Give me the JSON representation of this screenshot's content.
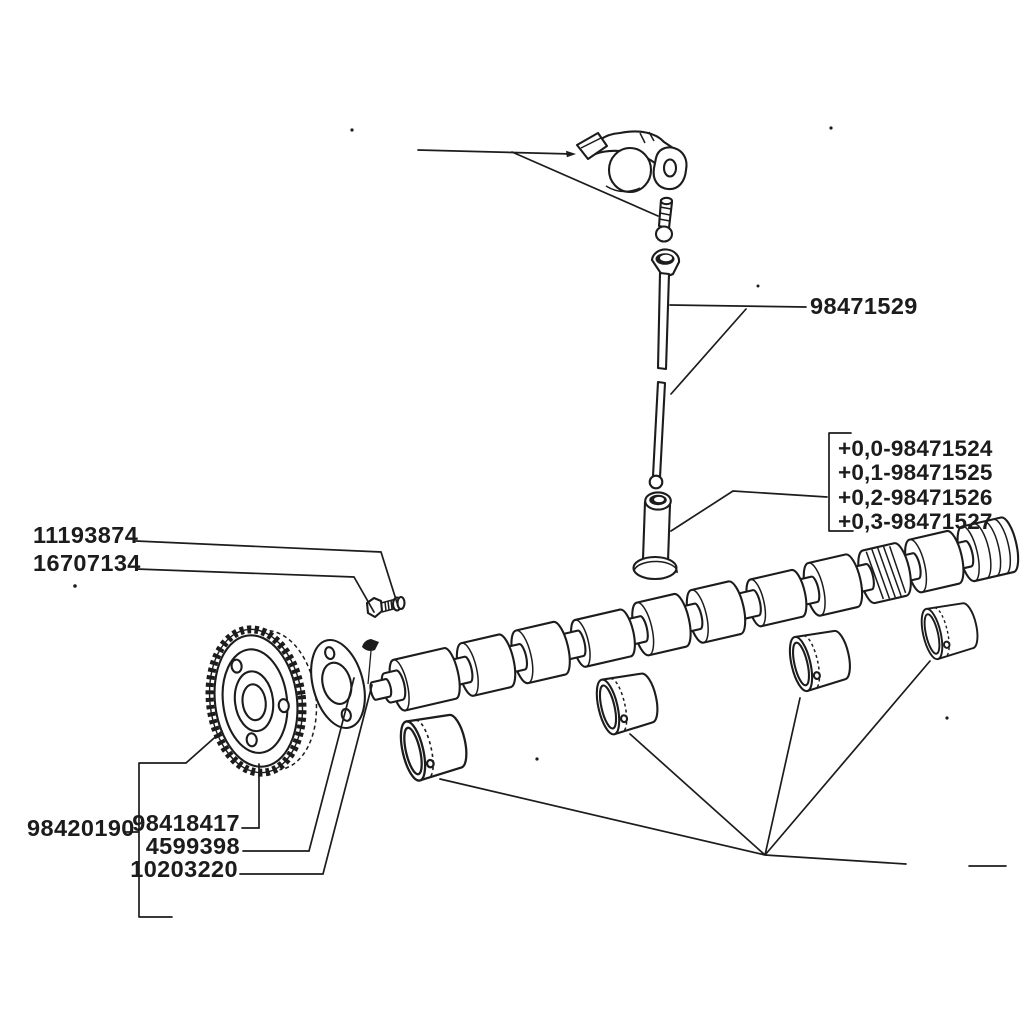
{
  "figure_type": "exploded-parts-diagram",
  "colors": {
    "ink": "#1c1c1c",
    "paper": "#ffffff"
  },
  "labels": {
    "pushrod": "98471529",
    "tappet_oversizes": [
      "+0,0-98471524",
      "+0,1-98471525",
      "+0,2-98471526",
      "+0,3-98471527"
    ],
    "gear_bolt": "11193874",
    "gear_bolt_washer": "16707134",
    "camshaft_kit": "98420190",
    "timing_gear": "98418417",
    "thrust_plate": "4599398",
    "woodruff_key": "10203220"
  }
}
